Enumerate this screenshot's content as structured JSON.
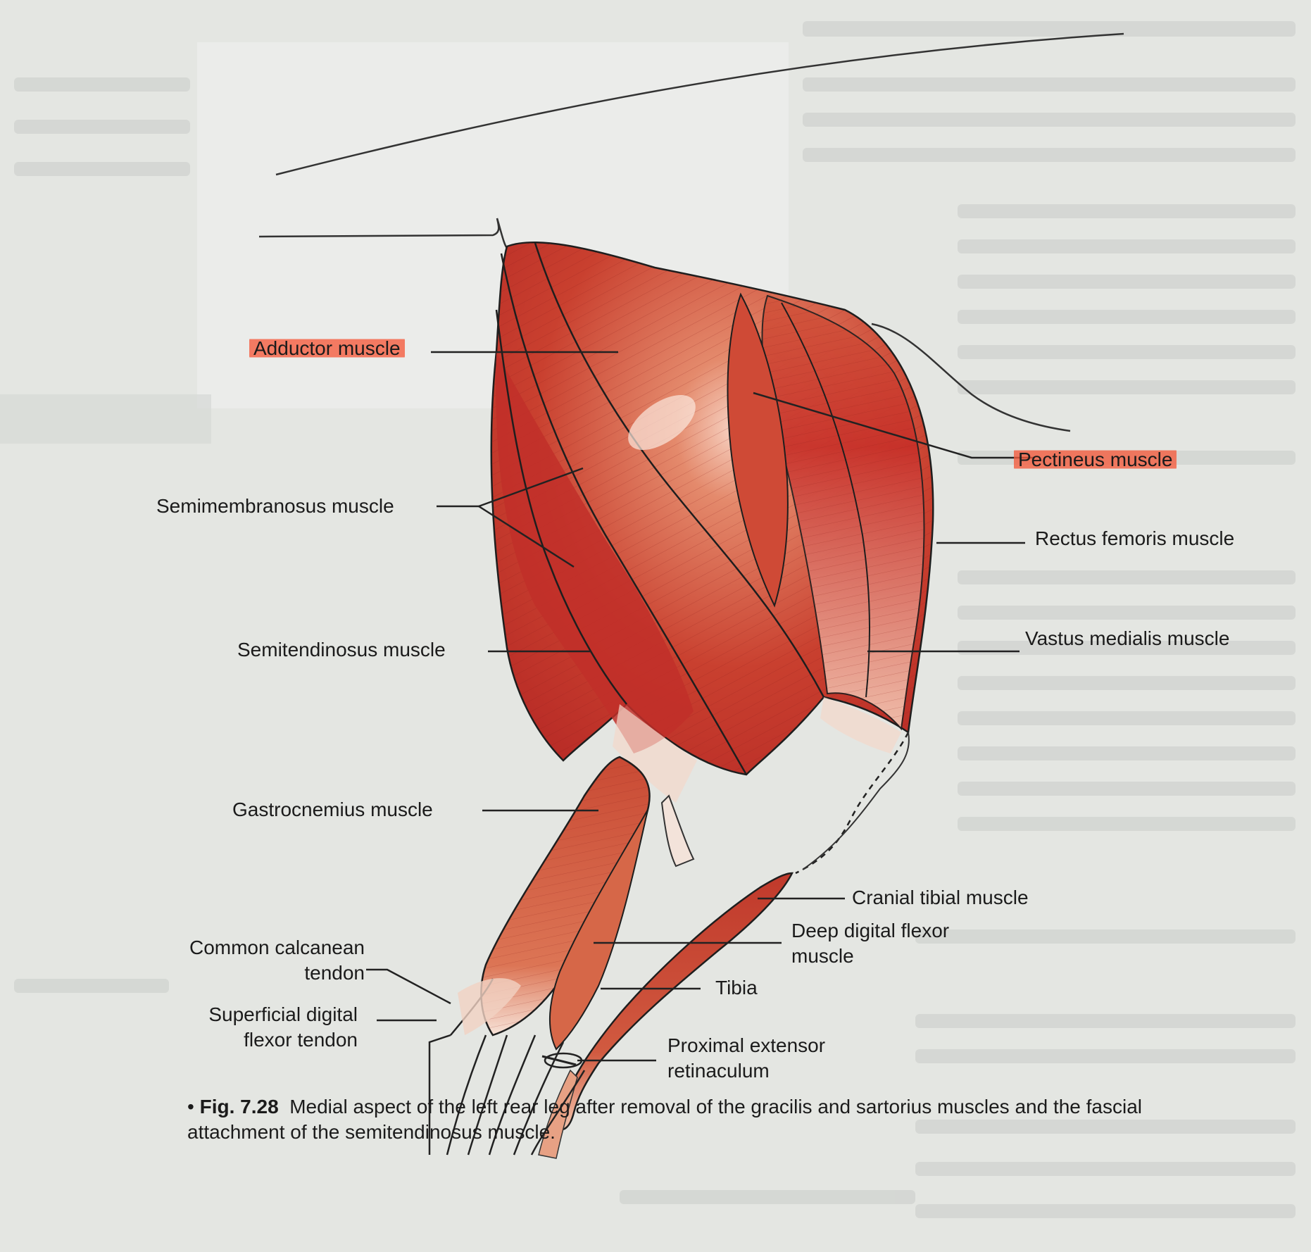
{
  "labels": {
    "adductor": "Adductor muscle",
    "pectineus": "Pectineus muscle",
    "semimembranosus": "Semimembranosus muscle",
    "rectus_femoris": "Rectus femoris muscle",
    "semitendinosus": "Semitendinosus muscle",
    "vastus_medialis": "Vastus medialis muscle",
    "gastrocnemius": "Gastrocnemius muscle",
    "cranial_tibial": "Cranial tibial muscle",
    "deep_digital_flexor_1": "Deep digital flexor",
    "deep_digital_flexor_2": "muscle",
    "common_calcanean_1": "Common calcanean",
    "common_calcanean_2": "tendon",
    "tibia": "Tibia",
    "superficial_digital_1": "Superficial digital",
    "superficial_digital_2": "flexor tendon",
    "proximal_extensor_1": "Proximal extensor",
    "proximal_extensor_2": "retinaculum"
  },
  "caption": {
    "figure_number": "Fig. 7.28",
    "text": "Medial aspect of the left rear leg after removal of the gracilis and sartorius muscles and the fascial attachment of the semitendinosus muscle."
  },
  "colors": {
    "muscle_dark": "#b8302a",
    "muscle_mid": "#d2553c",
    "muscle_light": "#f2b89e",
    "highlight": "#f55a3c",
    "line": "#222222"
  }
}
